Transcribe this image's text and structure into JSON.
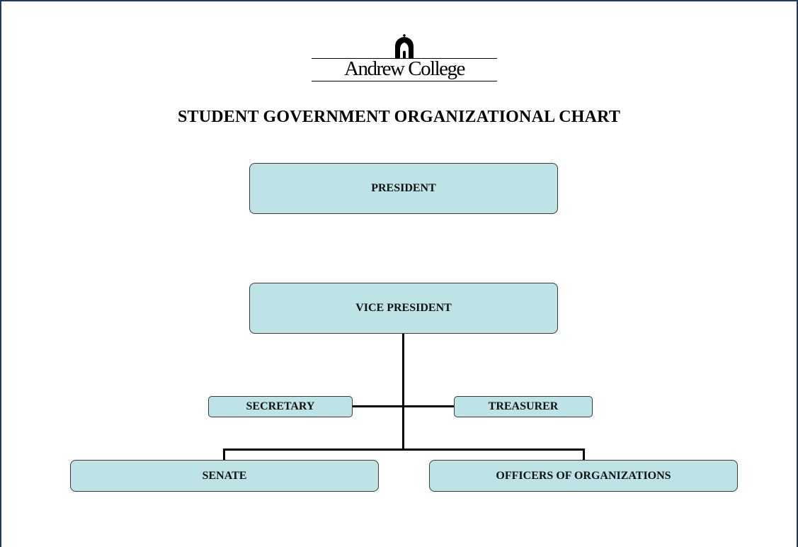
{
  "logo": {
    "text": "Andrew College"
  },
  "title": "STUDENT GOVERNMENT ORGANIZATIONAL CHART",
  "nodes": {
    "president": "PRESIDENT",
    "vice_president": "VICE PRESIDENT",
    "secretary": "SECRETARY",
    "treasurer": "TREASURER",
    "senate": "SENATE",
    "officers": "OFFICERS OF ORGANIZATIONS"
  },
  "colors": {
    "box_fill": "#bde3e6",
    "frame": "#1f3864"
  }
}
